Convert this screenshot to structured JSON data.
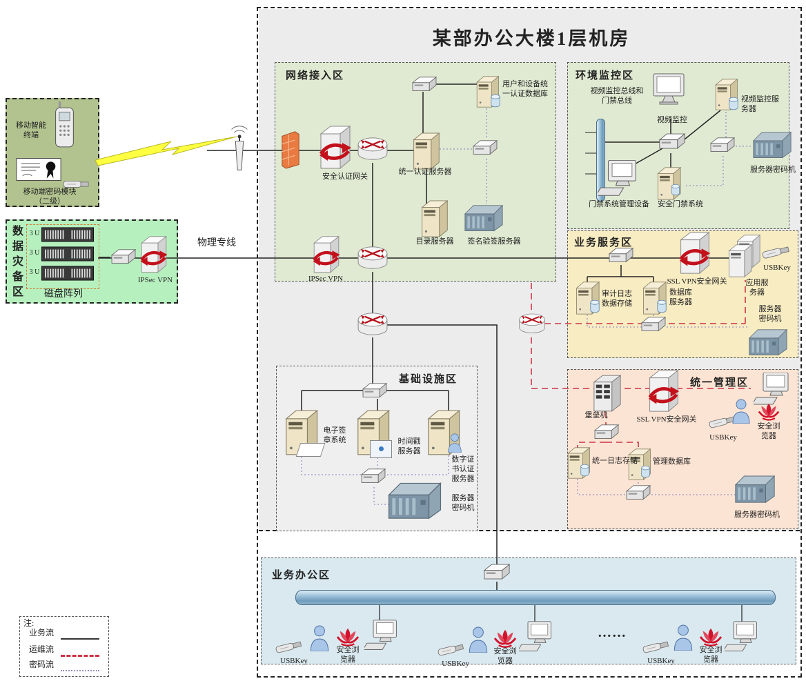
{
  "title": "某部办公大楼1层机房",
  "colors": {
    "business_flow": "#222222",
    "ops_flow": "#cc3344",
    "crypto_flow": "#9a8fc5",
    "zone_green": "#e0ead2",
    "zone_yellow": "#f8ecc2",
    "zone_peach": "#fce4d4",
    "zone_office_blue": "#d9e9ef",
    "zone_dr_green": "#b7f0bf",
    "zone_mobile_olive": "#b2c38f",
    "machine_room_gray": "#ececec",
    "firewall_orange": "#e87a42"
  },
  "legend": {
    "note": "注:",
    "items": [
      {
        "label": "业务流",
        "style": "solid"
      },
      {
        "label": "运维流",
        "style": "dashed"
      },
      {
        "label": "密码流",
        "style": "dotted"
      }
    ]
  },
  "external": {
    "mobile": {
      "terminal_label": "移动智能\n终端",
      "module_label": "移动端密码模块\n（二级）"
    },
    "dr": {
      "zone_label": "数据灾备区",
      "unit": "3 U",
      "array_label": "磁盘阵列",
      "ipsec": "IPSec VPN"
    },
    "physical_line": "物理专线",
    "ellipsis": "……"
  },
  "zones": {
    "network_access": {
      "title": "网络接入区",
      "auth_gateway": "安全认证网关",
      "unified_auth_server": "统一认证服务器",
      "user_device_db": "用户和设备统\n一认证数据库",
      "directory_server": "目录服务器",
      "signature_server": "签名验签服务器",
      "ipsec": "IPSec VPN"
    },
    "env_monitor": {
      "title": "环境监控区",
      "bus_label": "视频监控总线和\n门禁总线",
      "video_monitor": "视频监控",
      "video_server": "视频监控服\n务器",
      "cipher_machine": "服务器密码机",
      "access_mgmt": "门禁系统管理设备",
      "access_system": "安全门禁系统"
    },
    "biz_service": {
      "title": "业务服务区",
      "ssl_vpn": "SSL VPN安全网关",
      "app_server": "应用服\n务器",
      "usbkey": "USBKey",
      "audit_log": "审计日志\n数据存储",
      "db_server": "数据库\n服务器",
      "cipher_machine": "服务器\n密码机"
    },
    "unified_mgmt": {
      "title": "统一管理区",
      "bastion": "堡垒机",
      "ssl_vpn": "SSL VPN安全网关",
      "usbkey": "USBKey",
      "secure_browser": "安全浏\n览器",
      "log_storage": "统一日志存储",
      "mgmt_db": "管理数据库",
      "cipher_machine": "服务器密码机"
    },
    "infra": {
      "title": "基础设施区",
      "esign": "电子签\n章系统",
      "timestamp": "时间戳\n服务器",
      "cert_server": "数字证\n书认证\n服务器",
      "cipher_machine": "服务器\n密码机"
    },
    "office": {
      "title": "业务办公区",
      "usbkey": "USBKey",
      "secure_browser": "安全浏\n览器"
    }
  }
}
